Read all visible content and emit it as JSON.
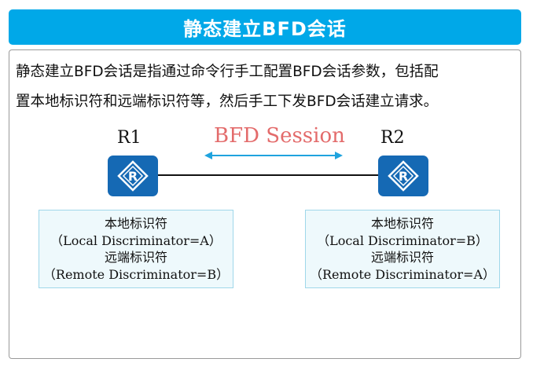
{
  "header": {
    "title": "静态建立BFD会话"
  },
  "intro": {
    "line1": "静态建立BFD会话是指通过命令行手工配置BFD会话参数，包括配",
    "line2": "置本地标识符和远端标识符等，然后手工下发BFD会话建立请求。"
  },
  "diagram": {
    "session_label": "BFD Session",
    "routers": [
      {
        "name": "R1",
        "icon_letter": "R",
        "local_title": "本地标识符",
        "local_value": "（Local Discriminator=A）",
        "remote_title": "远端标识符",
        "remote_value": "（Remote Discriminator=B）"
      },
      {
        "name": "R2",
        "icon_letter": "R",
        "local_title": "本地标识符",
        "local_value": "（Local Discriminator=B）",
        "remote_title": "远端标识符",
        "remote_value": "（Remote Discriminator=A）"
      }
    ],
    "colors": {
      "title_bar": "#00a8e8",
      "router": "#1569b4",
      "session_label": "#e36b6b",
      "arrow": "#1fa3de",
      "info_box_fill": "#eef9fc"
    }
  }
}
